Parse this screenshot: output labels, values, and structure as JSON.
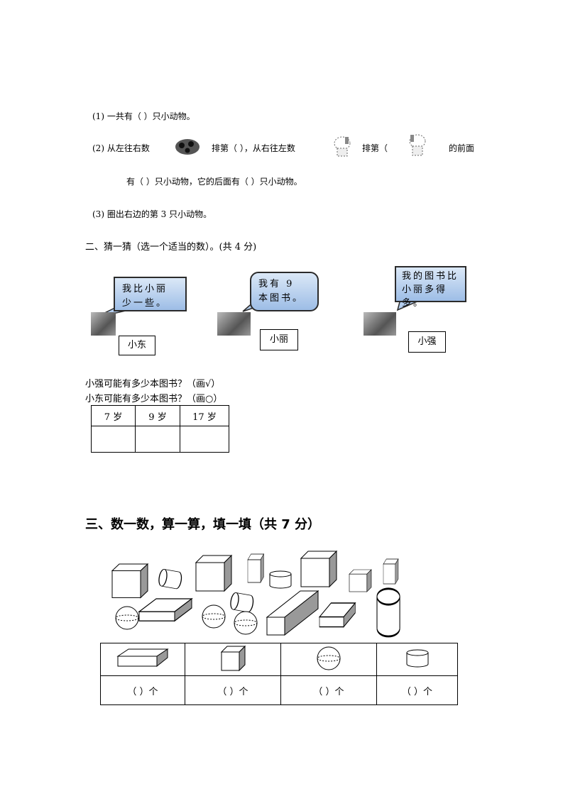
{
  "section1": {
    "q1": "(1)  一共有（     ）只小动物。",
    "q2_a": "(2)   从左往右数",
    "q2_b": "排第（     ），从右往左数",
    "q2_c": "排第（",
    "q2_d": "的前面",
    "q2_line2": "有（     ）只小动物，它的后面有（     ）只小动物。",
    "q3": "(3)  圈出右边的第 3 只小动物。"
  },
  "section2": {
    "heading": "二、猜一猜（选一个适当的数）。(共 4 分)",
    "bubbles": [
      "我比小丽少一些。",
      "我有 9 本图书。",
      "我的图书比小丽多得多。"
    ],
    "names": [
      "小东",
      "小丽",
      "小强"
    ],
    "question1": "小强可能有多少本图书？（画√）",
    "question2": "小东可能有多少本图书？（画○）",
    "options": [
      "7 岁",
      "9 岁",
      "17 岁"
    ]
  },
  "section3": {
    "heading": "三、数一数，算一算，填一填（共 7 分）",
    "answers": [
      "（        ）个",
      "（        ）个",
      "（        ）个",
      "（        ）个"
    ]
  }
}
